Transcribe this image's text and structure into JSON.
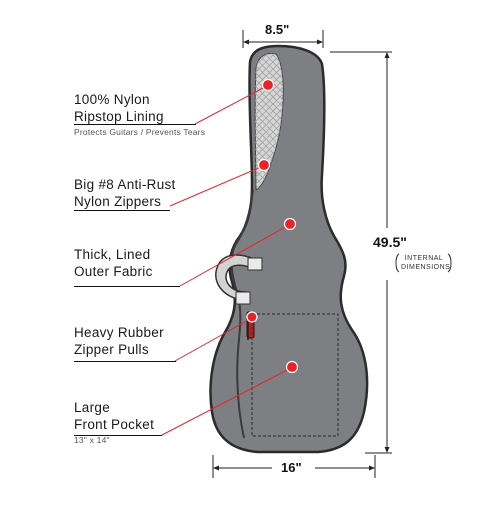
{
  "features": [
    {
      "line1": "100% Nylon",
      "line2": "Ripstop Lining",
      "note": "Protects Guitars / Prevents Tears"
    },
    {
      "line1": "Big #8 Anti-Rust",
      "line2": "Nylon Zippers",
      "note": ""
    },
    {
      "line1": "Thick, Lined",
      "line2": "Outer Fabric",
      "note": ""
    },
    {
      "line1": "Heavy Rubber",
      "line2": "Zipper Pulls",
      "note": ""
    },
    {
      "line1": "Large",
      "line2": "Front Pocket",
      "note": "13\" x 14\""
    }
  ],
  "dimensions": {
    "top_width": "8.5\"",
    "height": "49.5\"",
    "height_note_1": "INTERNAL",
    "height_note_2": "DIMENSIONS",
    "bottom_width": "16\""
  },
  "colors": {
    "bag_fill": "#7b7d80",
    "bag_outline": "#2a2a2a",
    "lining": "#cfcfcf",
    "accent_red": "#e8232a",
    "leader": "#e8232a"
  }
}
